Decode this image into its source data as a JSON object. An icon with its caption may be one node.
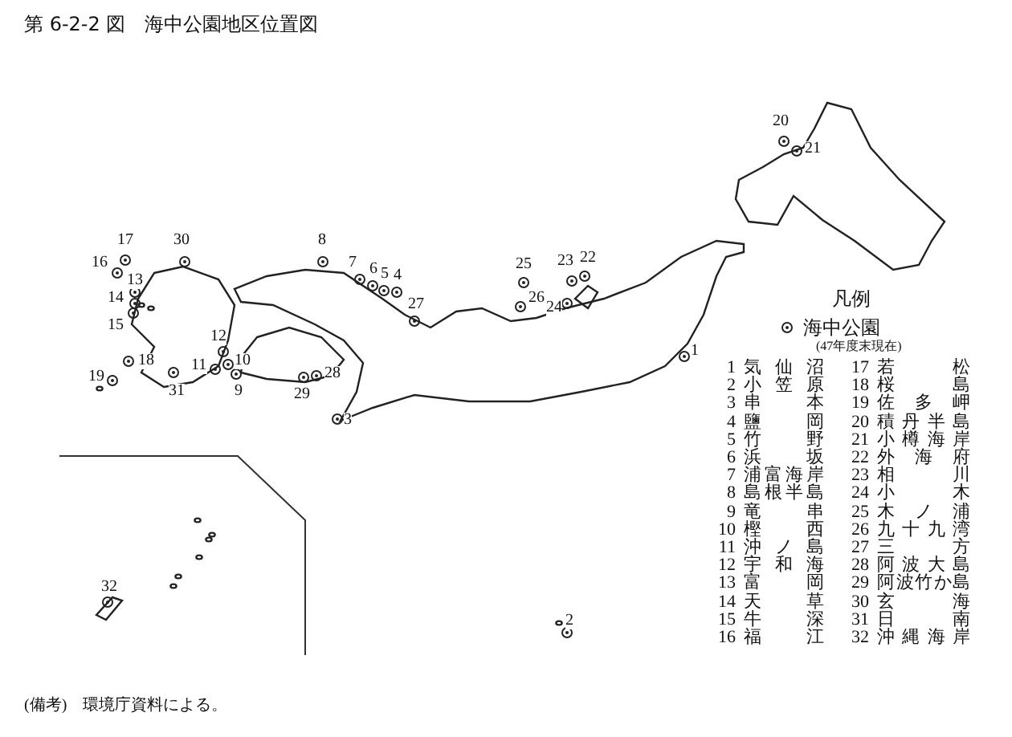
{
  "diagram": {
    "title": "第 6-2-2 図　海中公園地区位置図",
    "caption": "(備考)　環境庁資料による。",
    "legend": [
      {
        "text": "海中公園"
      }
    ],
    "labels": [
      "20",
      "21",
      "17",
      "30",
      "8",
      "16",
      "7",
      "6",
      "5",
      "4",
      "25",
      "23",
      "22",
      "13",
      "14",
      "27",
      "26",
      "24",
      "15",
      "12",
      "18",
      "11",
      "10",
      "1",
      "19",
      "28",
      "31",
      "9",
      "29",
      "3",
      "32",
      "2",
      "凡例",
      "(47年度末現在)",
      "1",
      "気仙沼",
      "17",
      "若松",
      "2",
      "小笠原",
      "18",
      "桜島",
      "3",
      "串本",
      "19",
      "佐多岬",
      "4",
      "鹽岡",
      "20",
      "積丹半島",
      "5",
      "竹野",
      "21",
      "小樽海岸",
      "6",
      "浜坂",
      "22",
      "外海府",
      "7",
      "浦富海岸",
      "23",
      "相川",
      "8",
      "島根半島",
      "24",
      "小木",
      "9",
      "竜串",
      "25",
      "木ノ浦",
      "10",
      "樫西",
      "26",
      "九十九湾",
      "11",
      "沖ノ島",
      "27",
      "三方",
      "12",
      "宇和海",
      "28",
      "阿波大島",
      "13",
      "富岡",
      "29",
      "阿波竹か島",
      "14",
      "天草",
      "30",
      "玄海",
      "15",
      "牛深",
      "31",
      "日南",
      "16",
      "福江",
      "32",
      "沖縄海岸"
    ]
  }
}
